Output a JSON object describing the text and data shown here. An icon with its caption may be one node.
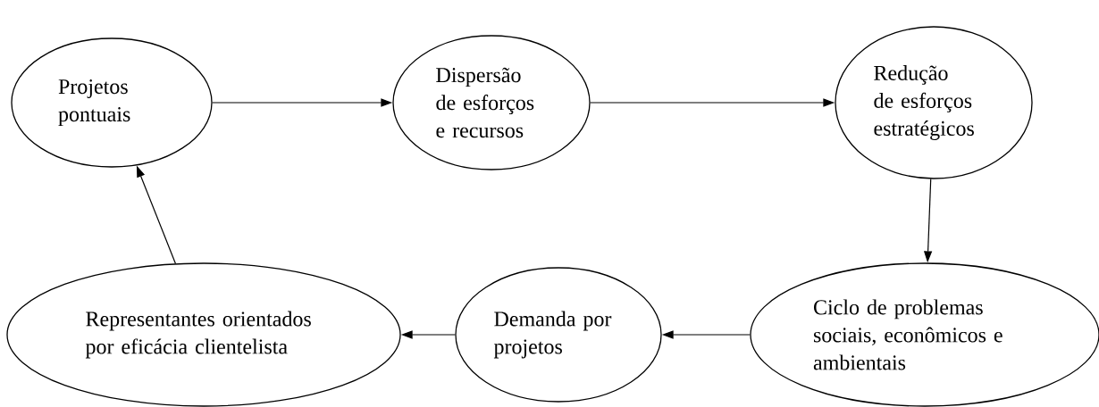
{
  "diagram": {
    "nodes": [
      {
        "text": [
          "Projetos pontuais"
        ]
      },
      {
        "text": [
          "Dispersão de esforços e recursos"
        ]
      },
      {
        "text": [
          "Redução de esforços estratégicos"
        ]
      },
      {
        "text": [
          "Ciclo de problemas sociais, econômicos e ambientais"
        ]
      },
      {
        "text": [
          "Demanda por projetos"
        ]
      },
      {
        "text": [
          "Representantes orientados por eficácia clientelista"
        ]
      }
    ],
    "edges": [
      {
        "from": 0,
        "to": 1,
        "arrow": "to"
      },
      {
        "from": 1,
        "to": 2,
        "arrow": "to"
      },
      {
        "from": 2,
        "to": 3,
        "arrow": "to"
      },
      {
        "from": 3,
        "to": 4,
        "arrow": "to"
      },
      {
        "from": 4,
        "to": 5,
        "arrow": "to"
      },
      {
        "from": 5,
        "to": 0,
        "arrow": "to"
      }
    ]
  }
}
